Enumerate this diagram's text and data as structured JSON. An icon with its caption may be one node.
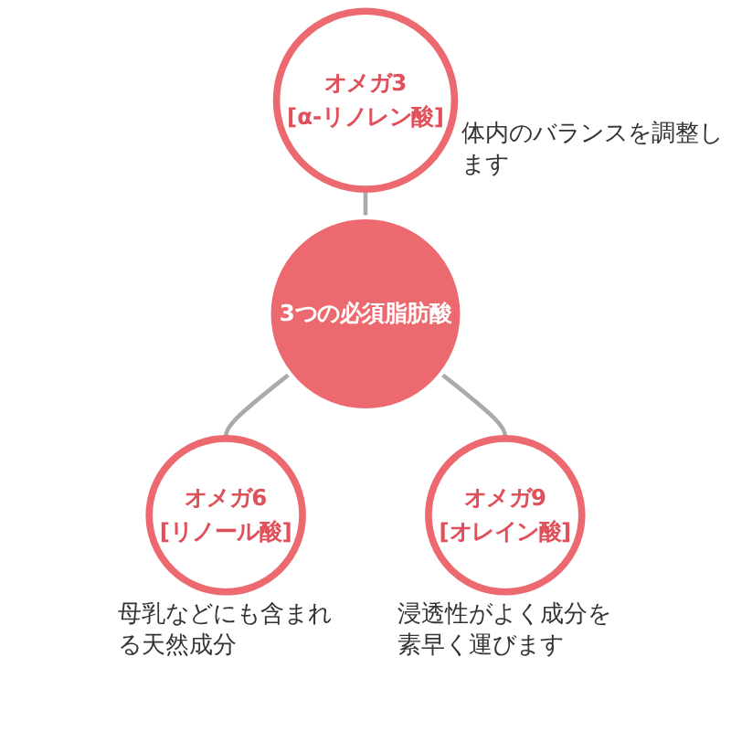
{
  "diagram": {
    "nodes": [
      {
        "text": [
          "オメガ3",
          "[α-リノレン酸]"
        ],
        "beside": [
          "体内のバランスを調整します"
        ]
      },
      {
        "text": [
          "3つの必須脂肪酸"
        ]
      },
      {
        "text": [
          "オメガ6",
          "[リノール酸]"
        ],
        "beside": [
          "母乳などにも含まれる天然成分"
        ]
      },
      {
        "text": [
          "オメガ9",
          "[オレイン酸]"
        ],
        "beside": [
          "浸透性がよく成分を素早く運びます"
        ]
      }
    ],
    "edges": [
      {
        "from": 0,
        "to": 1,
        "arrow": "none"
      },
      {
        "from": 1,
        "to": 2,
        "arrow": "none"
      },
      {
        "from": 1,
        "to": 3,
        "arrow": "none"
      }
    ]
  }
}
